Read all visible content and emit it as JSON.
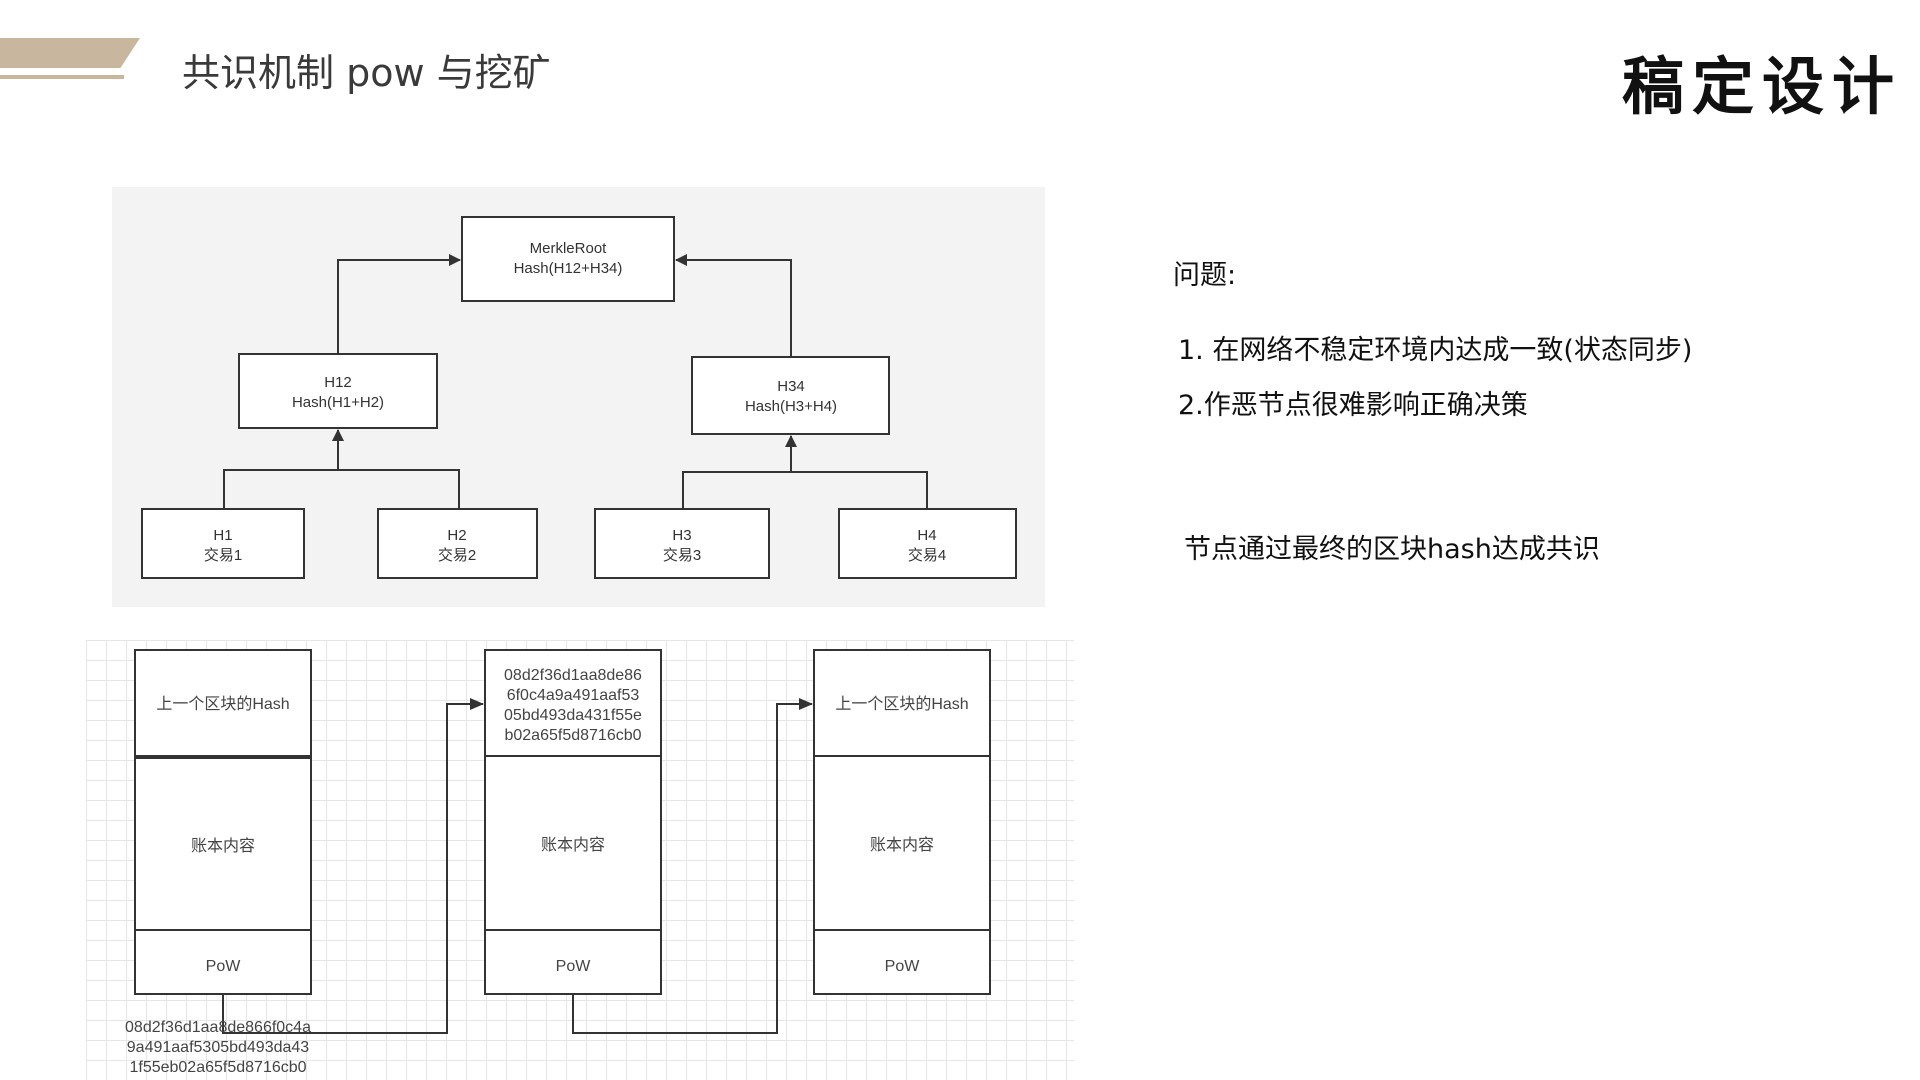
{
  "header": {
    "title": "共识机制 pow 与挖矿",
    "brand": "稿定设计"
  },
  "merkle": {
    "root": {
      "line1": "MerkleRoot",
      "line2": "Hash(H12+H34)"
    },
    "h12": {
      "line1": "H12",
      "line2": "Hash(H1+H2)"
    },
    "h34": {
      "line1": "H34",
      "line2": "Hash(H3+H4)"
    },
    "h1": {
      "line1": "H1",
      "line2": "交易1"
    },
    "h2": {
      "line1": "H2",
      "line2": "交易2"
    },
    "h3": {
      "line1": "H3",
      "line2": "交易3"
    },
    "h4": {
      "line1": "H4",
      "line2": "交易4"
    }
  },
  "chain": {
    "block1": {
      "prev_hash": "上一个区块的Hash",
      "content": "账本内容",
      "pow": "PoW"
    },
    "block2": {
      "hash_lines": [
        "08d2f36d1aa8de86",
        "6f0c4a9a491aaf53",
        "05bd493da431f55e",
        "b02a65f5d8716cb0"
      ],
      "content": "账本内容",
      "pow": "PoW"
    },
    "block3": {
      "prev_hash": "上一个区块的Hash",
      "content": "账本内容",
      "pow": "PoW"
    },
    "hash_output": [
      "08d2f36d1aa8de866f0c4a",
      "9a491aaf5305bd493da43",
      "1f55eb02a65f5d8716cb0"
    ]
  },
  "notes": {
    "question_label": "问题:",
    "item1": "1. 在网络不稳定环境内达成一致(状态同步)",
    "item2": "2.作恶节点很难影响正确决策",
    "consensus": "节点通过最终的区块hash达成共识"
  }
}
